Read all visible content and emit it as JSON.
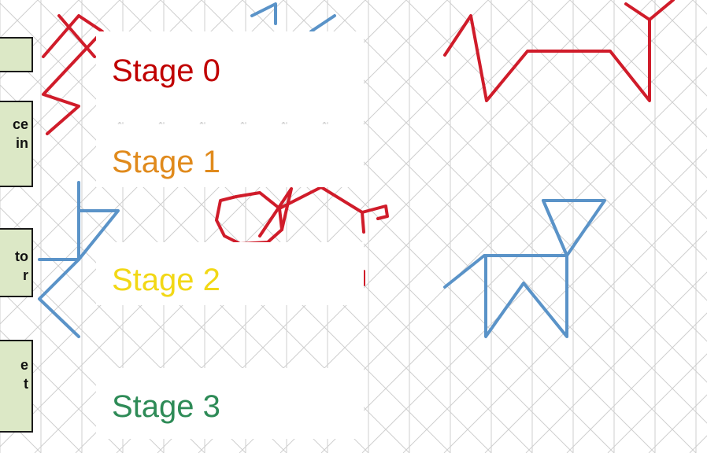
{
  "side_boxes": [
    {
      "text": ""
    },
    {
      "text": "ce\n in"
    },
    {
      "text": " to\nr"
    },
    {
      "text": "e\nt"
    }
  ],
  "stages": [
    {
      "label": "Stage 0",
      "color": "#c00000"
    },
    {
      "label": "Stage 1",
      "color": "#e08a1c"
    },
    {
      "label": "Stage 2",
      "color": "#f2d816"
    },
    {
      "label": "Stage 3",
      "color": "#2e8b57"
    }
  ],
  "colors": {
    "red_stroke": "#d01c2a",
    "blue_stroke": "#5a93c8",
    "grid": "#cfcfcf",
    "box_fill": "#dce8c6"
  }
}
